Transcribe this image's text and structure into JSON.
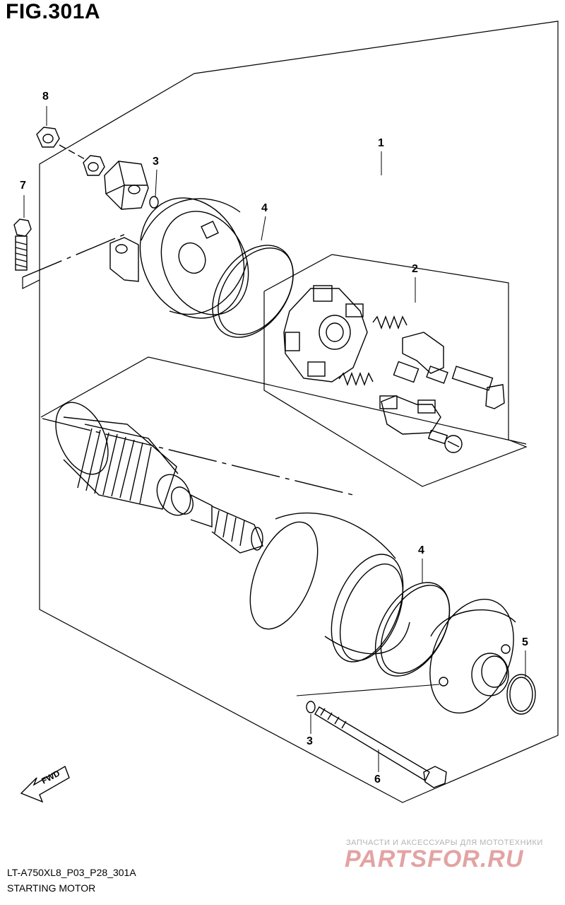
{
  "figure": {
    "title": "FIG.301A",
    "model_code": "LT-A750XL8_P03_P28_301A",
    "caption": "STARTING MOTOR"
  },
  "callouts": {
    "c1": "1",
    "c2": "2",
    "c3a": "3",
    "c3b": "3",
    "c4a": "4",
    "c4b": "4",
    "c5": "5",
    "c6": "6",
    "c7": "7",
    "c8": "8"
  },
  "fwd_label": "FWD",
  "watermark": {
    "tagline": "ЗАПЧАСТИ И АКСЕССУАРЫ ДЛЯ МОТОТЕХНИКИ",
    "logo": "PARTSFOR.RU"
  },
  "colors": {
    "line": "#000000",
    "background": "#ffffff",
    "watermark": "#e3a3a3"
  }
}
